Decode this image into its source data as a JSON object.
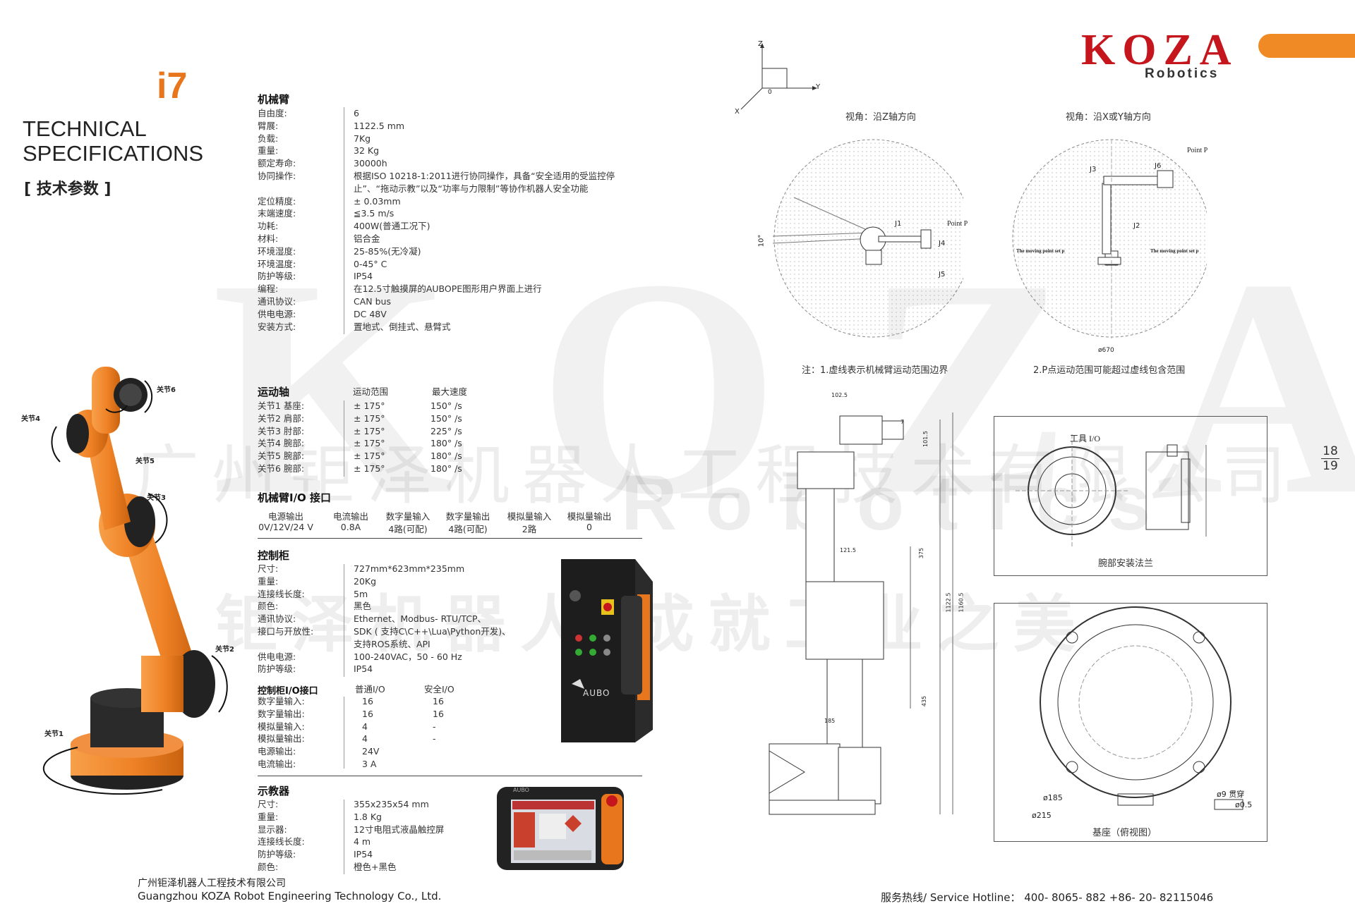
{
  "brand": {
    "logo": "KOZA",
    "logo_sub": "Robotics"
  },
  "model": "i7",
  "title_en_line1": "TECHNICAL",
  "title_en_line2": "SPECIFICATIONS",
  "title_cn": "[ 技术参数 ]",
  "watermark": {
    "big": "KOZA",
    "robotics": "Robotics",
    "cn_company": "广州钜泽机器人工程技术有限公司",
    "cn_slogan": "钜泽机器人 成就工业之美"
  },
  "arm": {
    "title": "机械臂",
    "rows": [
      {
        "k": "自由度:",
        "v": "6"
      },
      {
        "k": "臂展:",
        "v": "1122.5 mm"
      },
      {
        "k": "负载:",
        "v": "7Kg"
      },
      {
        "k": "重量:",
        "v": "32 Kg"
      },
      {
        "k": "额定寿命:",
        "v": "30000h"
      },
      {
        "k": "协同操作:",
        "v": "根据ISO 10218-1:2011进行协同操作，具备“安全适用的受监控停"
      },
      {
        "k": "",
        "v": "止”、“拖动示教”以及“功率与力限制”等协作机器人安全功能"
      },
      {
        "k": "定位精度:",
        "v": "± 0.03mm"
      },
      {
        "k": "末端速度:",
        "v": "≦3.5 m/s"
      },
      {
        "k": "功耗:",
        "v": "400W(普通工况下)"
      },
      {
        "k": "材料:",
        "v": "铝合金"
      },
      {
        "k": "环境湿度:",
        "v": "25-85%(无冷凝)"
      },
      {
        "k": "环境温度:",
        "v": "0-45° C"
      },
      {
        "k": "防护等级:",
        "v": "IP54"
      },
      {
        "k": "编程:",
        "v": "在12.5寸触摸屏的AUBOPE图形用户界面上进行"
      },
      {
        "k": "通讯协议:",
        "v": "CAN bus"
      },
      {
        "k": "供电电源:",
        "v": "DC 48V"
      },
      {
        "k": "安装方式:",
        "v": "置地式、倒挂式、悬臂式"
      }
    ]
  },
  "axes": {
    "title": "运动轴",
    "col_range": "运动范围",
    "col_speed": "最大速度",
    "rows": [
      {
        "k": "关节1 基座:",
        "range": "± 175°",
        "speed": "150° /s"
      },
      {
        "k": "关节2 肩部:",
        "range": "± 175°",
        "speed": "150° /s"
      },
      {
        "k": "关节3 肘部:",
        "range": "± 175°",
        "speed": "225° /s"
      },
      {
        "k": "关节4 腕部:",
        "range": "± 175°",
        "speed": "180° /s"
      },
      {
        "k": "关节5 腕部:",
        "range": "± 175°",
        "speed": "180° /s"
      },
      {
        "k": "关节6 腕部:",
        "range": "± 175°",
        "speed": "180° /s"
      }
    ]
  },
  "arm_io": {
    "title": "机械臂I/O 接口",
    "headers": [
      "电源输出",
      "电流输出",
      "数字量输入",
      "数字量输出",
      "模拟量输入",
      "模拟量输出"
    ],
    "values": [
      "0V/12V/24 V",
      "0.8A",
      "4路(可配)",
      "4路(可配)",
      "2路",
      "0"
    ]
  },
  "cabinet": {
    "title": "控制柜",
    "rows": [
      {
        "k": "尺寸:",
        "v": "727mm*623mm*235mm"
      },
      {
        "k": "重量:",
        "v": "20Kg"
      },
      {
        "k": "连接线长度:",
        "v": "5m"
      },
      {
        "k": "颜色:",
        "v": "黑色"
      },
      {
        "k": "通讯协议:",
        "v": "Ethernet、Modbus- RTU/TCP、"
      },
      {
        "k": "接口与开放性:",
        "v": "SDK ( 支持C\\C++\\Lua\\Python开发)、"
      },
      {
        "k": "",
        "v": "支持ROS系统、API"
      },
      {
        "k": "供电电源:",
        "v": "100-240VAC，50 - 60 Hz"
      },
      {
        "k": "防护等级:",
        "v": "IP54"
      }
    ],
    "brand_label": "AUBO"
  },
  "cabinet_io": {
    "title": "控制柜I/O接口",
    "col1": "普通I/O",
    "col2": "安全I/O",
    "rows": [
      {
        "k": "数字量输入:",
        "a": "16",
        "b": "16"
      },
      {
        "k": "数字量输出:",
        "a": "16",
        "b": "16"
      },
      {
        "k": "模拟量输入:",
        "a": "4",
        "b": "-"
      },
      {
        "k": "模拟量输出:",
        "a": "4",
        "b": "-"
      },
      {
        "k": "电源输出:",
        "a": "24V",
        "b": ""
      },
      {
        "k": "电流输出:",
        "a": "3 A",
        "b": ""
      }
    ]
  },
  "pendant": {
    "title": "示教器",
    "rows": [
      {
        "k": "尺寸:",
        "v": "355x235x54 mm"
      },
      {
        "k": "重量:",
        "v": "1.8 Kg"
      },
      {
        "k": "显示器:",
        "v": "12寸电阻式液晶触控屏"
      },
      {
        "k": "连接线长度:",
        "v": "4 m"
      },
      {
        "k": "防护等级:",
        "v": "IP54"
      },
      {
        "k": "颜色:",
        "v": "橙色+黑色"
      }
    ],
    "brand_label": "AUBO"
  },
  "joints": [
    "关节6",
    "关节4",
    "关节5",
    "关节3",
    "关节2",
    "关节1"
  ],
  "drawings": {
    "axes_x": "X",
    "axes_y": "Y",
    "axes_z": "Z",
    "axes_o": "0",
    "view_z": "视角：沿Z轴方向",
    "view_xy": "视角：沿X或Y轴方向",
    "note1": "注：1.虚线表示机械臂运动范围边界",
    "note2": "2.P点运动范围可能超过虚线包含范围",
    "flange_cap": "腕部安装法兰",
    "flange_label": "工具 I/O",
    "base_cap": "基座（俯视图）",
    "labels_left": [
      "J1",
      "J4",
      "J5",
      "Point P",
      "10°"
    ],
    "labels_right": [
      "J3",
      "J6",
      "J2",
      "Point P",
      "The moving point set p",
      "The moving point set p",
      "ø670"
    ],
    "dims": [
      "102.5",
      "121.5",
      "185",
      "375",
      "1122.5",
      "1160.5",
      "435",
      "7",
      "101.5"
    ],
    "base_dims": [
      "ø185",
      "ø215",
      "ø9 贯穿",
      "ø0.5"
    ]
  },
  "pager": {
    "top": "18",
    "bottom": "19"
  },
  "footer": {
    "cn": "广州钜泽机器人工程技术有限公司",
    "en": "Guangzhou KOZA Robot Engineering Technology Co., Ltd.",
    "hotline": "服务热线/ Service Hotline：  400- 8065- 882       +86- 20- 82115046"
  },
  "colors": {
    "accent": "#e8761c",
    "logo_red": "#c4161c",
    "tab": "#f08a24"
  }
}
